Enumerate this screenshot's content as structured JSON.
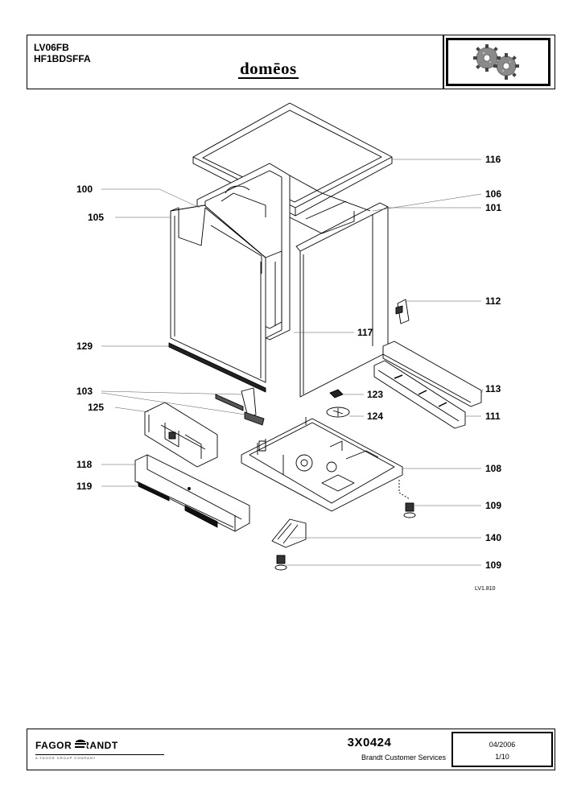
{
  "header": {
    "models": [
      "LV06FB",
      "HF1BDSFFA"
    ],
    "brand": "domēos"
  },
  "diagram": {
    "reference_code": "LV1.810",
    "callouts": [
      {
        "label": "116"
      },
      {
        "label": "100"
      },
      {
        "label": "106"
      },
      {
        "label": "105"
      },
      {
        "label": "101"
      },
      {
        "label": "112"
      },
      {
        "label": "117"
      },
      {
        "label": "129"
      },
      {
        "label": "113"
      },
      {
        "label": "103"
      },
      {
        "label": "123"
      },
      {
        "label": "125"
      },
      {
        "label": "124"
      },
      {
        "label": "111"
      },
      {
        "label": "118"
      },
      {
        "label": "108"
      },
      {
        "label": "119"
      },
      {
        "label": "109"
      },
      {
        "label": "140"
      },
      {
        "label": "109"
      }
    ]
  },
  "footer": {
    "company": "FAGOR BRANDT",
    "company_tagline": "A FAGOR GROUP COMPANY",
    "doc_number": "3X0424",
    "service": "Brandt Customer Services",
    "date": "04/2006",
    "page": "1/10"
  }
}
